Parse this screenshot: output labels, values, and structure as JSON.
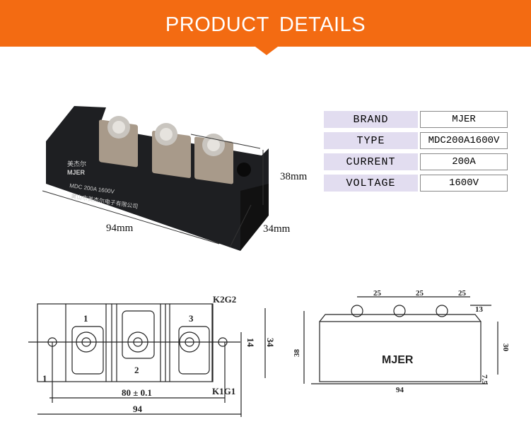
{
  "header": {
    "title": "PRODUCT DETAILS"
  },
  "product": {
    "logo_cn": "美杰尔",
    "logo": "MJER",
    "model": "MDC 200A 1600V",
    "maker_cn": "黄山市美杰尔电子有限公司"
  },
  "dimensions": {
    "height": "38mm",
    "length": "94mm",
    "width": "34mm"
  },
  "specs": [
    {
      "label": "BRAND",
      "value": "MJER"
    },
    {
      "label": "TYPE",
      "value": "MDC200A1600V"
    },
    {
      "label": "CURRENT",
      "value": "200A"
    },
    {
      "label": "VOLTAGE",
      "value": "1600V"
    }
  ],
  "top_drawing": {
    "terminals": [
      "1",
      "2",
      "3"
    ],
    "k2g2": "K2G2",
    "k1g1": "K1G1",
    "pitch": "80 ± 0.1",
    "length": "94",
    "height": "34",
    "gap": "14",
    "edge": "1"
  },
  "side_drawing": {
    "spacing": [
      "25",
      "25",
      "25"
    ],
    "tab": "13",
    "height": "38",
    "body": "30",
    "base": "7.5",
    "length": "94",
    "label": "MJER"
  },
  "colors": {
    "accent": "#f36b12",
    "spec_label_bg": "#e2ddf0"
  }
}
